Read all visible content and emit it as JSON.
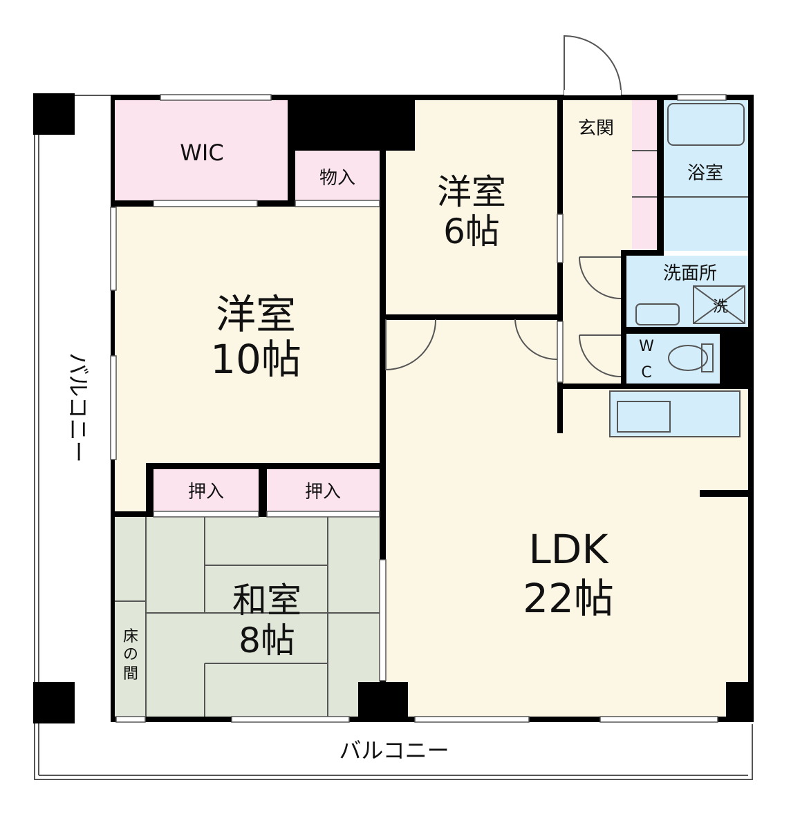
{
  "colors": {
    "floor": "#fcf6e4",
    "storage": "#fbe4ee",
    "wet_area": "#d3eefa",
    "tatami": "#e1e7d8",
    "wall": "#000000",
    "balcony_line": "#555555"
  },
  "rooms": {
    "wic": {
      "label": "WIC"
    },
    "storage_top": {
      "label": "物入"
    },
    "western_6_name": {
      "label": "洋室"
    },
    "western_6_size": {
      "label": "6帖"
    },
    "western_10_name": {
      "label": "洋室"
    },
    "western_10_size": {
      "label": "10帖"
    },
    "genkan": {
      "label": "玄関"
    },
    "bath": {
      "label": "浴室"
    },
    "washroom": {
      "label": "洗面所"
    },
    "washer": {
      "label": "洗"
    },
    "wc_w": {
      "label": "W"
    },
    "wc_c": {
      "label": "C"
    },
    "oshiire_left": {
      "label": "押入"
    },
    "oshiire_right": {
      "label": "押入"
    },
    "japanese_name": {
      "label": "和室"
    },
    "japanese_size": {
      "label": "8帖"
    },
    "tokonoma_1": {
      "label": "床"
    },
    "tokonoma_2": {
      "label": "の"
    },
    "tokonoma_3": {
      "label": "間"
    },
    "ldk_name": {
      "label": "LDK"
    },
    "ldk_size": {
      "label": "22帖"
    }
  },
  "balcony": {
    "left_label": "バルコニー",
    "bottom_label": "バルコニー"
  }
}
